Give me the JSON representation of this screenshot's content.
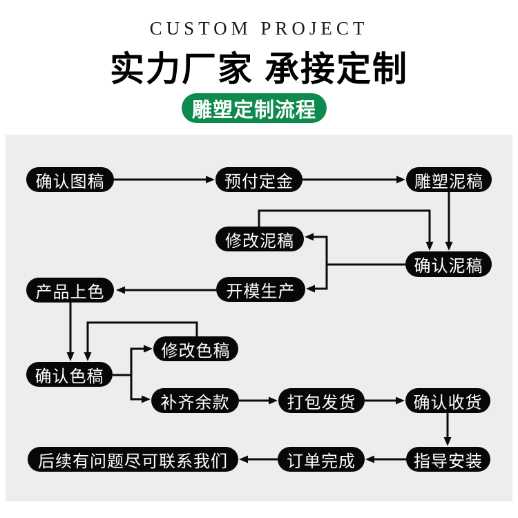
{
  "header": {
    "eyebrow": "CUSTOM PROJECT",
    "title": "实力厂家 承接定制",
    "badge": "雕塑定制流程"
  },
  "colors": {
    "badge_green": "#0e8a4e",
    "panel_gray": "#ededed",
    "node_black": "#070707",
    "node_text": "#ffffff",
    "arrow": "#0a0a0a"
  },
  "flow": {
    "nodes": [
      {
        "id": "confirm-draft",
        "label": "确认图稿"
      },
      {
        "id": "pay-deposit",
        "label": "预付定金"
      },
      {
        "id": "clay-draft",
        "label": "雕塑泥稿"
      },
      {
        "id": "revise-clay",
        "label": "修改泥稿"
      },
      {
        "id": "confirm-clay",
        "label": "确认泥稿"
      },
      {
        "id": "product-coloring",
        "label": "产品上色"
      },
      {
        "id": "mold-production",
        "label": "开模生产"
      },
      {
        "id": "revise-color",
        "label": "修改色稿"
      },
      {
        "id": "confirm-color",
        "label": "确认色稿"
      },
      {
        "id": "pay-balance",
        "label": "补齐余款"
      },
      {
        "id": "pack-ship",
        "label": "打包发货"
      },
      {
        "id": "confirm-receipt",
        "label": "确认收货"
      },
      {
        "id": "install-guide",
        "label": "指导安装"
      },
      {
        "id": "order-complete",
        "label": "订单完成"
      },
      {
        "id": "contact-us",
        "label": "后续有问题尽可联系我们"
      }
    ],
    "edges": [
      {
        "from": "confirm-draft",
        "to": "pay-deposit"
      },
      {
        "from": "pay-deposit",
        "to": "clay-draft"
      },
      {
        "from": "clay-draft",
        "to": "confirm-clay"
      },
      {
        "from": "revise-clay",
        "to": "confirm-clay"
      },
      {
        "from": "confirm-clay",
        "to": "revise-clay"
      },
      {
        "from": "confirm-clay",
        "to": "mold-production"
      },
      {
        "from": "mold-production",
        "to": "product-coloring"
      },
      {
        "from": "product-coloring",
        "to": "confirm-color"
      },
      {
        "from": "revise-color",
        "to": "confirm-color"
      },
      {
        "from": "confirm-color",
        "to": "revise-color"
      },
      {
        "from": "confirm-color",
        "to": "pay-balance"
      },
      {
        "from": "pay-balance",
        "to": "pack-ship"
      },
      {
        "from": "pack-ship",
        "to": "confirm-receipt"
      },
      {
        "from": "confirm-receipt",
        "to": "install-guide"
      },
      {
        "from": "install-guide",
        "to": "order-complete"
      },
      {
        "from": "order-complete",
        "to": "contact-us"
      }
    ]
  }
}
